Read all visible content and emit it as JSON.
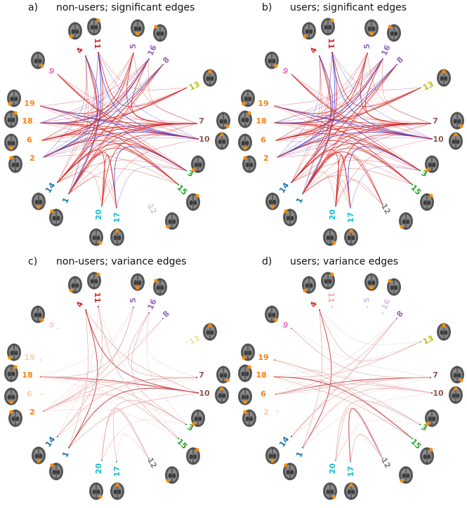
{
  "colors": {
    "significant_red": "#d42a2a",
    "significant_blue": "#3b3bdb",
    "variance_red": "#c8464a",
    "variance_faint": "#e8b0b0"
  },
  "node_colors": {
    "1": "#1f77b4",
    "2": "#ff7f0e",
    "3": "#2ca02c",
    "4": "#d62728",
    "5": "#9467bd",
    "6": "#ff7f0e",
    "7": "#8c564b",
    "8": "#9467bd",
    "9": "#e377c2",
    "10": "#8c564b",
    "11": "#d62728",
    "12": "#7f7f7f",
    "13": "#bcbd22",
    "14": "#1f77b4",
    "15": "#2ca02c",
    "16": "#9467bd",
    "17": "#17becf",
    "18": "#ff7f0e",
    "19": "#ff7f0e",
    "20": "#17becf"
  },
  "panels": [
    {
      "letter": "a)",
      "title": "non-users; significant edges",
      "faded_nodes": [
        "12"
      ]
    },
    {
      "letter": "b)",
      "title": "users; significant edges",
      "faded_nodes": []
    },
    {
      "letter": "c)",
      "title": "non-users; variance edges",
      "faded_nodes": [
        "6",
        "9",
        "13",
        "19"
      ]
    },
    {
      "letter": "d)",
      "title": "users; variance edges",
      "faded_nodes": [
        "2",
        "5",
        "11",
        "16"
      ]
    }
  ]
}
